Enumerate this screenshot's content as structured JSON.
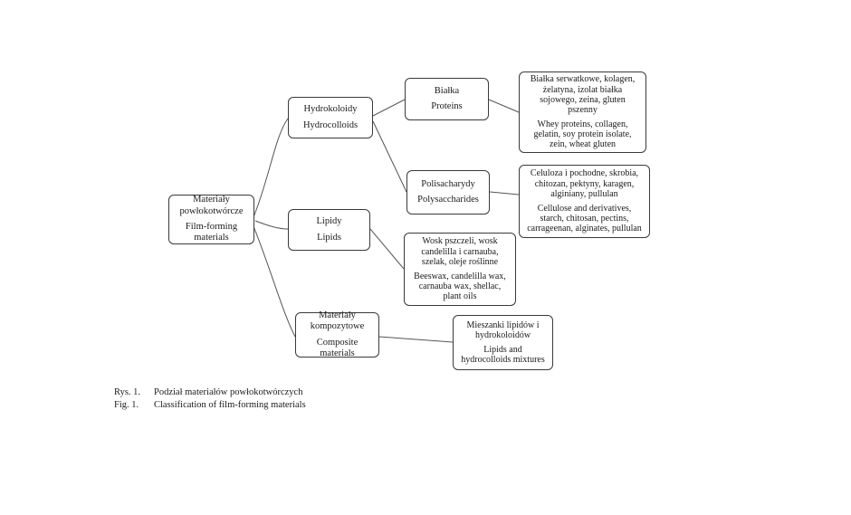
{
  "diagram": {
    "root": {
      "label_pl_1": "Materiały",
      "label_pl_2": "powłokotwórcze",
      "label_en_1": "Film-forming",
      "label_en_2": "materials"
    },
    "hydrocolloids": {
      "label_pl": "Hydrokoloidy",
      "label_en": "Hydrocolloids"
    },
    "lipids": {
      "label_pl": "Lipidy",
      "label_en": "Lipids"
    },
    "composites": {
      "label_pl_1": "Materiały",
      "label_pl_2": "kompozytowe",
      "label_en": "Composite materials"
    },
    "proteins": {
      "label_pl": "Białka",
      "label_en": "Proteins"
    },
    "polysaccharides": {
      "label_pl": "Polisacharydy",
      "label_en": "Polysaccharides"
    },
    "protein_examples": {
      "pl_1": "Białka serwatkowe, kolagen,",
      "pl_2": "żelatyna, izolat białka",
      "pl_3": "sojowego, zeina, gluten",
      "pl_4": "pszenny",
      "en_1": "Whey proteins, collagen,",
      "en_2": "gelatin, soy protein isolate,",
      "en_3": "zein, wheat gluten"
    },
    "polysaccharide_examples": {
      "pl_1": "Celuloza i pochodne, skrobia,",
      "pl_2": "chitozan, pektyny, karagen,",
      "pl_3": "alginiany, pullulan",
      "en_1": "Cellulose and derivatives,",
      "en_2": "starch, chitosan, pectins,",
      "en_3": "carrageenan, alginates, pullulan"
    },
    "lipid_examples": {
      "pl_1": "Wosk pszczeli, wosk",
      "pl_2": "candelilla i carnauba,",
      "pl_3": "szelak, oleje roślinne",
      "en_1": "Beeswax, candelilla wax,",
      "en_2": "carnauba wax, shellac,",
      "en_3": "plant oils"
    },
    "composite_examples": {
      "pl_1": "Mieszanki lipidów i",
      "pl_2": "hydrokoloidów",
      "en_1": "Lipids and",
      "en_2": "hydrocolloids mixtures"
    }
  },
  "caption": {
    "pl_number": "Rys. 1.",
    "pl_text": "Podział materiałów powłokotwórczych",
    "en_number": "Fig. 1.",
    "en_text": "Classification of film-forming materials"
  },
  "colors": {
    "line": "#555555",
    "border": "#3a3a3a",
    "text": "#1a1a1a"
  }
}
